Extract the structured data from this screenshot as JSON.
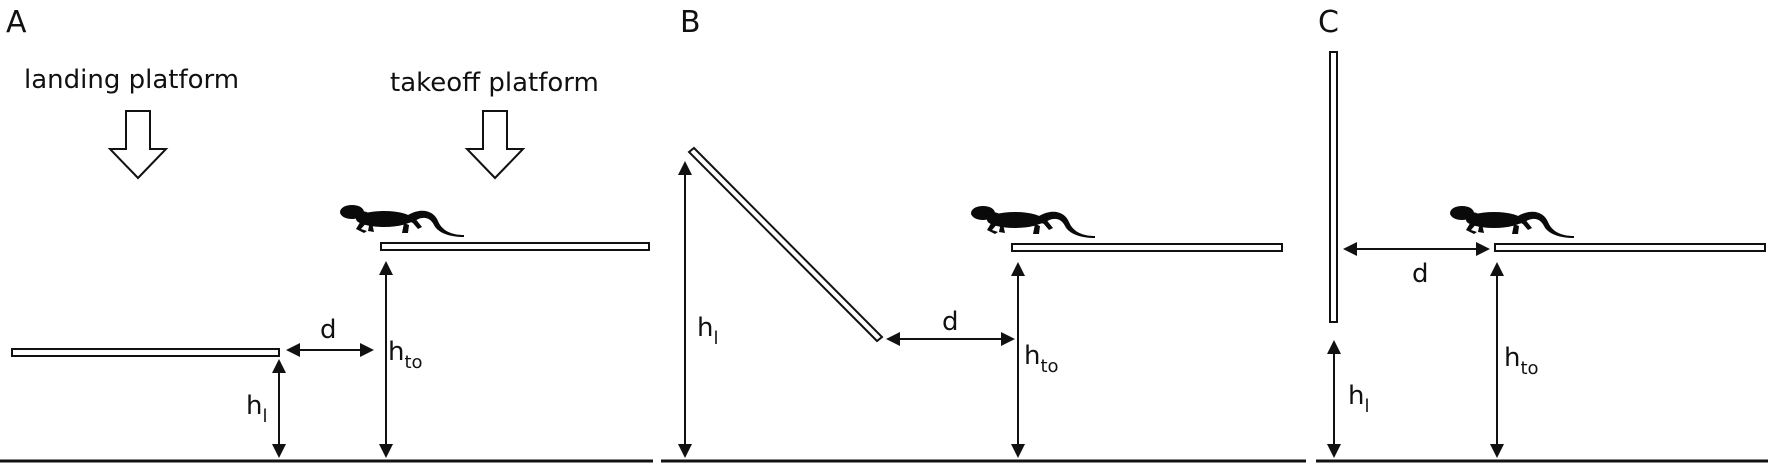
{
  "panels": {
    "a": {
      "letter": "A",
      "landing_label": "landing platform",
      "takeoff_label": "takeoff platform"
    },
    "b": {
      "letter": "B"
    },
    "c": {
      "letter": "C"
    }
  },
  "symbols": {
    "distance": "d",
    "height_landing_base": "h",
    "height_landing_sub": "l",
    "height_takeoff_base": "h",
    "height_takeoff_sub": "to"
  },
  "colors": {
    "ink": "#111111",
    "background": "#ffffff"
  }
}
